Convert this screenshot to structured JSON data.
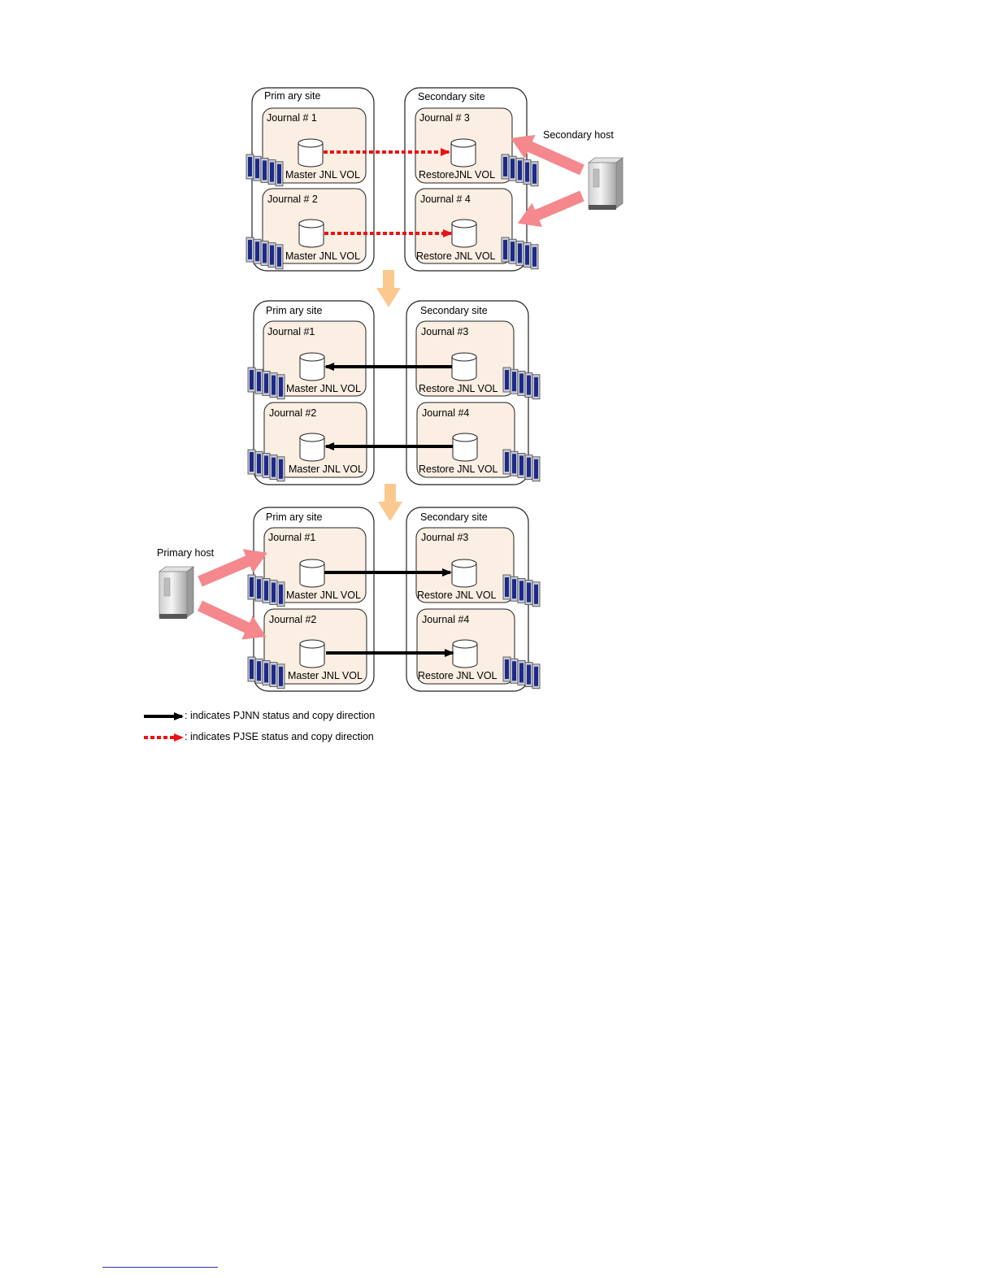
{
  "colors": {
    "journal_fill": "#fbeee2",
    "site_border": "#222222",
    "pjse_arrow": "#ee1111",
    "pjnn_arrow": "#000000",
    "host_arrow": "#f4888c",
    "flow_arrow": "#fbc98e",
    "storage_blue": "#1c2a8a"
  },
  "panels": [
    {
      "primary_site": "Prim ary site",
      "secondary_site": "Secondary site",
      "journals": {
        "j1": "Journal # 1",
        "j2": "Journal # 2",
        "j3": "Journal # 3",
        "j4": "Journal # 4"
      },
      "vols": {
        "v1": "Master JNL VOL",
        "v2": "Master JNL VOL",
        "v3": "RestoreJNL VOL",
        "v4": "Restore JNL VOL"
      },
      "link_type": "PJSE",
      "direction": "primary-to-secondary",
      "host": "Secondary host"
    },
    {
      "primary_site": "Prim ary site",
      "secondary_site": "Secondary site",
      "journals": {
        "j1": "Journal #1",
        "j2": "Journal #2",
        "j3": "Journal #3",
        "j4": "Journal #4"
      },
      "vols": {
        "v1": "Master JNL VOL",
        "v2": "Master JNL VOL",
        "v3": "Restore JNL VOL",
        "v4": "Restore JNL VOL"
      },
      "link_type": "PJNN",
      "direction": "secondary-to-primary"
    },
    {
      "primary_site": "Prim ary site",
      "secondary_site": "Secondary site",
      "journals": {
        "j1": "Journal #1",
        "j2": "Journal #2",
        "j3": "Journal #3",
        "j4": "Journal #4"
      },
      "vols": {
        "v1": "Master JNL VOL",
        "v2": "Master JNL VOL",
        "v3": "Restore JNL VOL",
        "v4": "Restore JNL VOL"
      },
      "link_type": "PJNN",
      "direction": "primary-to-secondary",
      "host": "Primary host"
    }
  ],
  "legend": {
    "pjnn": ": indicates PJNN status and copy direction",
    "pjse": ": indicates PJSE status and copy direction"
  }
}
